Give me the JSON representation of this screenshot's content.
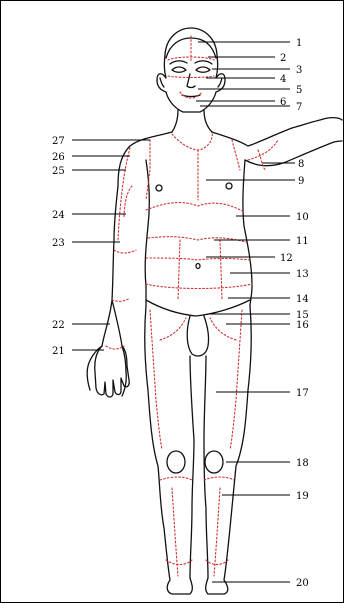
{
  "diagram": {
    "region_color": "#d03030",
    "outline_color": "#111111",
    "labels": [
      "1",
      "2",
      "3",
      "4",
      "5",
      "6",
      "7",
      "8",
      "9",
      "10",
      "11",
      "12",
      "13",
      "14",
      "15",
      "16",
      "17",
      "18",
      "19",
      "20",
      "21",
      "22",
      "23",
      "24",
      "25",
      "26",
      "27"
    ]
  }
}
